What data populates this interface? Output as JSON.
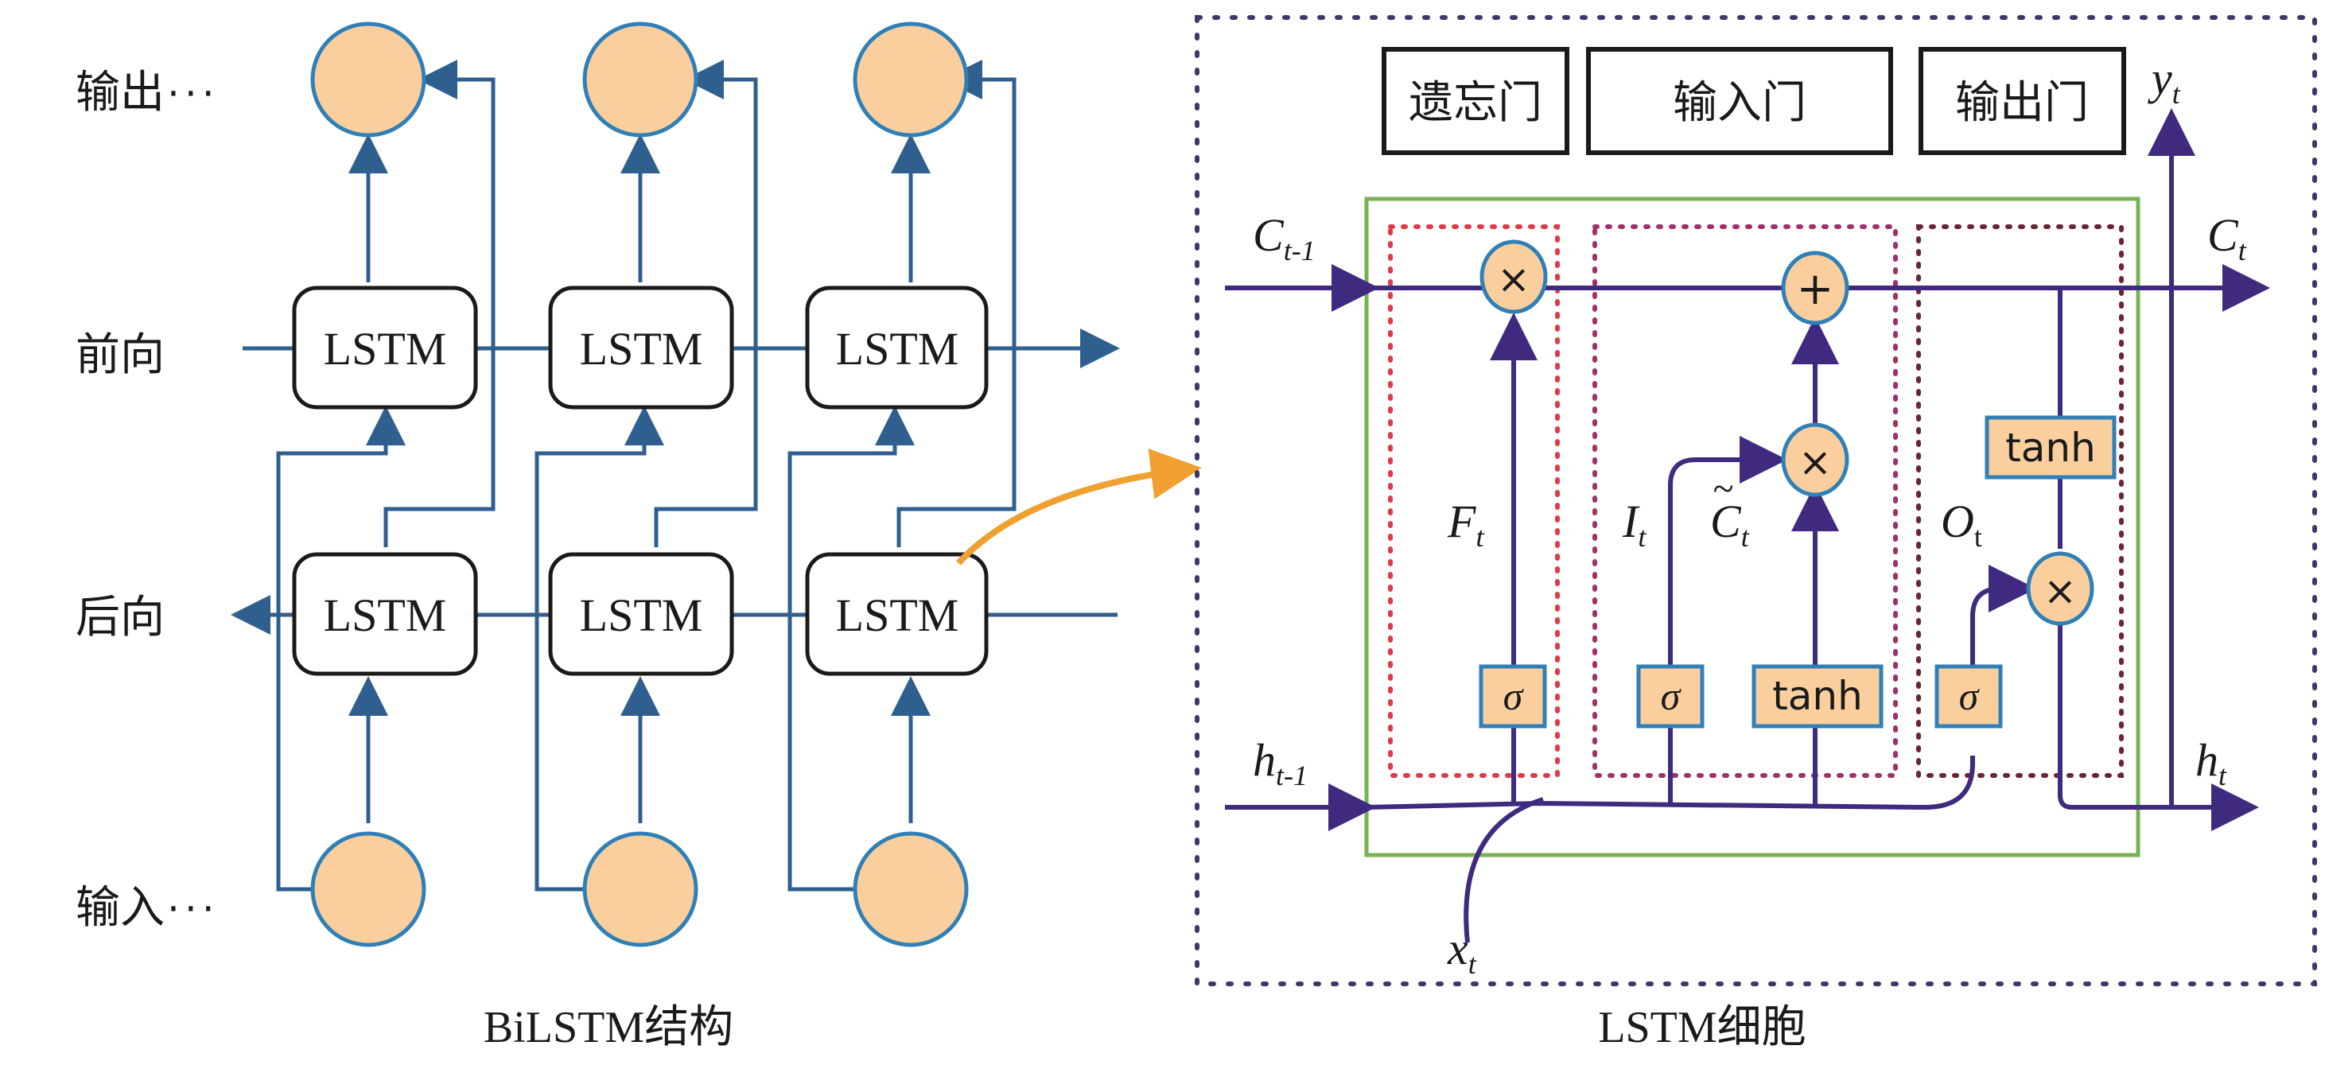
{
  "left_panel": {
    "row_labels": {
      "output": "输出",
      "forward": "前向",
      "backward": "后向",
      "input": "输入"
    },
    "ellipsis": "···",
    "cell_label": "LSTM",
    "caption": "BiLSTM结构"
  },
  "right_panel": {
    "gates": {
      "forget": "遗忘门",
      "input": "输入门",
      "output": "输出门"
    },
    "symbols": {
      "c_prev": "C",
      "c_prev_sub": "t-1",
      "c_t": "C",
      "c_t_sub": "t",
      "h_prev": "h",
      "h_prev_sub": "t-1",
      "h_t": "h",
      "h_t_sub": "t",
      "y_t": "y",
      "y_t_sub": "t",
      "x_t": "x",
      "x_t_sub": "t",
      "f_t": "F",
      "f_t_sub": "t",
      "i_t": "I",
      "i_t_sub": "t",
      "c_tilde": "C",
      "c_tilde_sub": "t",
      "tilde": "~",
      "o_t": "O",
      "o_t_sub": "t"
    },
    "ops": {
      "multiply": "×",
      "add": "+",
      "sigma": "σ",
      "tanh": "tanh"
    },
    "caption": "LSTM细胞"
  },
  "colors": {
    "blue_line": "#2f5f8f",
    "node_fill": "#fbcf9d",
    "node_stroke": "#2f7fb8",
    "purple_line": "#3f2a7f",
    "green_box": "#77b255",
    "red_dash": "#e03a4a",
    "magenta_dash": "#a0306a",
    "maroon_dash": "#6a2535",
    "frame_dash": "#3a3a6a",
    "orange_arrow": "#f0a030"
  }
}
